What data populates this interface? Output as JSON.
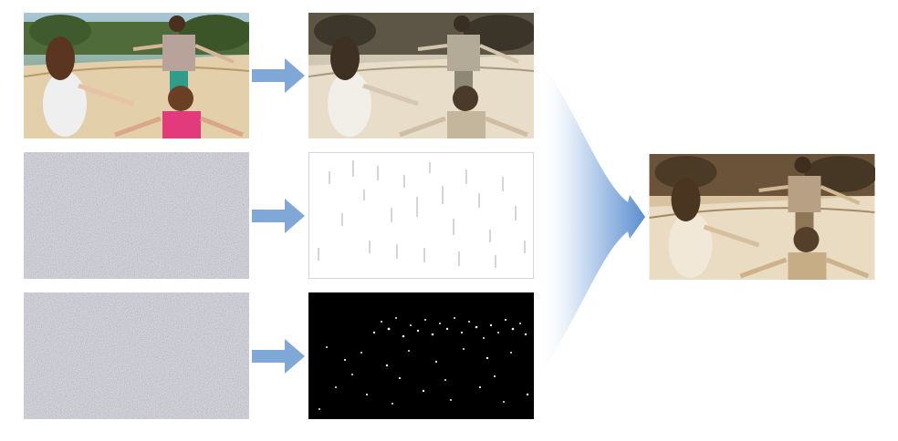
{
  "diagram": {
    "title": "",
    "inputs": [
      {
        "name": "input-photo",
        "kind": "photo"
      },
      {
        "name": "input-noise-a",
        "kind": "noise"
      },
      {
        "name": "input-noise-b",
        "kind": "noise"
      }
    ],
    "outputs": [
      {
        "name": "output-desaturated-photo",
        "kind": "photo-toned"
      },
      {
        "name": "output-white-streaks",
        "kind": "white-sparse"
      },
      {
        "name": "output-black-sparkles",
        "kind": "black-sparse"
      }
    ],
    "result": {
      "name": "combined-sepia-photo",
      "kind": "photo-sepia"
    },
    "colors": {
      "arrow": "#7fa8d6",
      "fan": "#5b8ed0",
      "noise": "#8a8a86",
      "sepia_light": "#e9dcc3",
      "sepia_dark": "#4a3a26",
      "photo_sky": "#9ab7c9",
      "photo_ground": "#d8c6a6"
    }
  }
}
